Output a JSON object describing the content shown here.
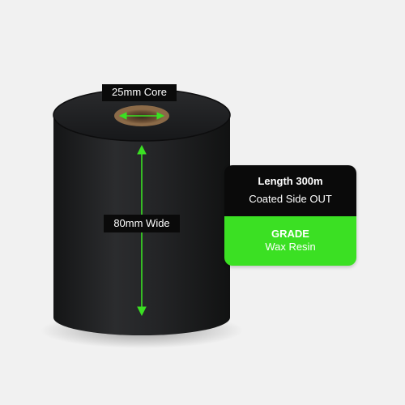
{
  "core_label": "25mm Core",
  "width_label": "80mm Wide",
  "info_card": {
    "length": "Length 300m",
    "coated_side": "Coated Side OUT",
    "grade_title": "GRADE",
    "grade_value": "Wax Resin"
  },
  "colors": {
    "background": "#f1f1f1",
    "roll": "#1e1f20",
    "accent_green": "#3be023",
    "label_black": "#0a0a0a",
    "core_brown": "#7a5a3c"
  },
  "icons": [
    "core-double-arrow-icon",
    "width-double-arrow-icon"
  ]
}
